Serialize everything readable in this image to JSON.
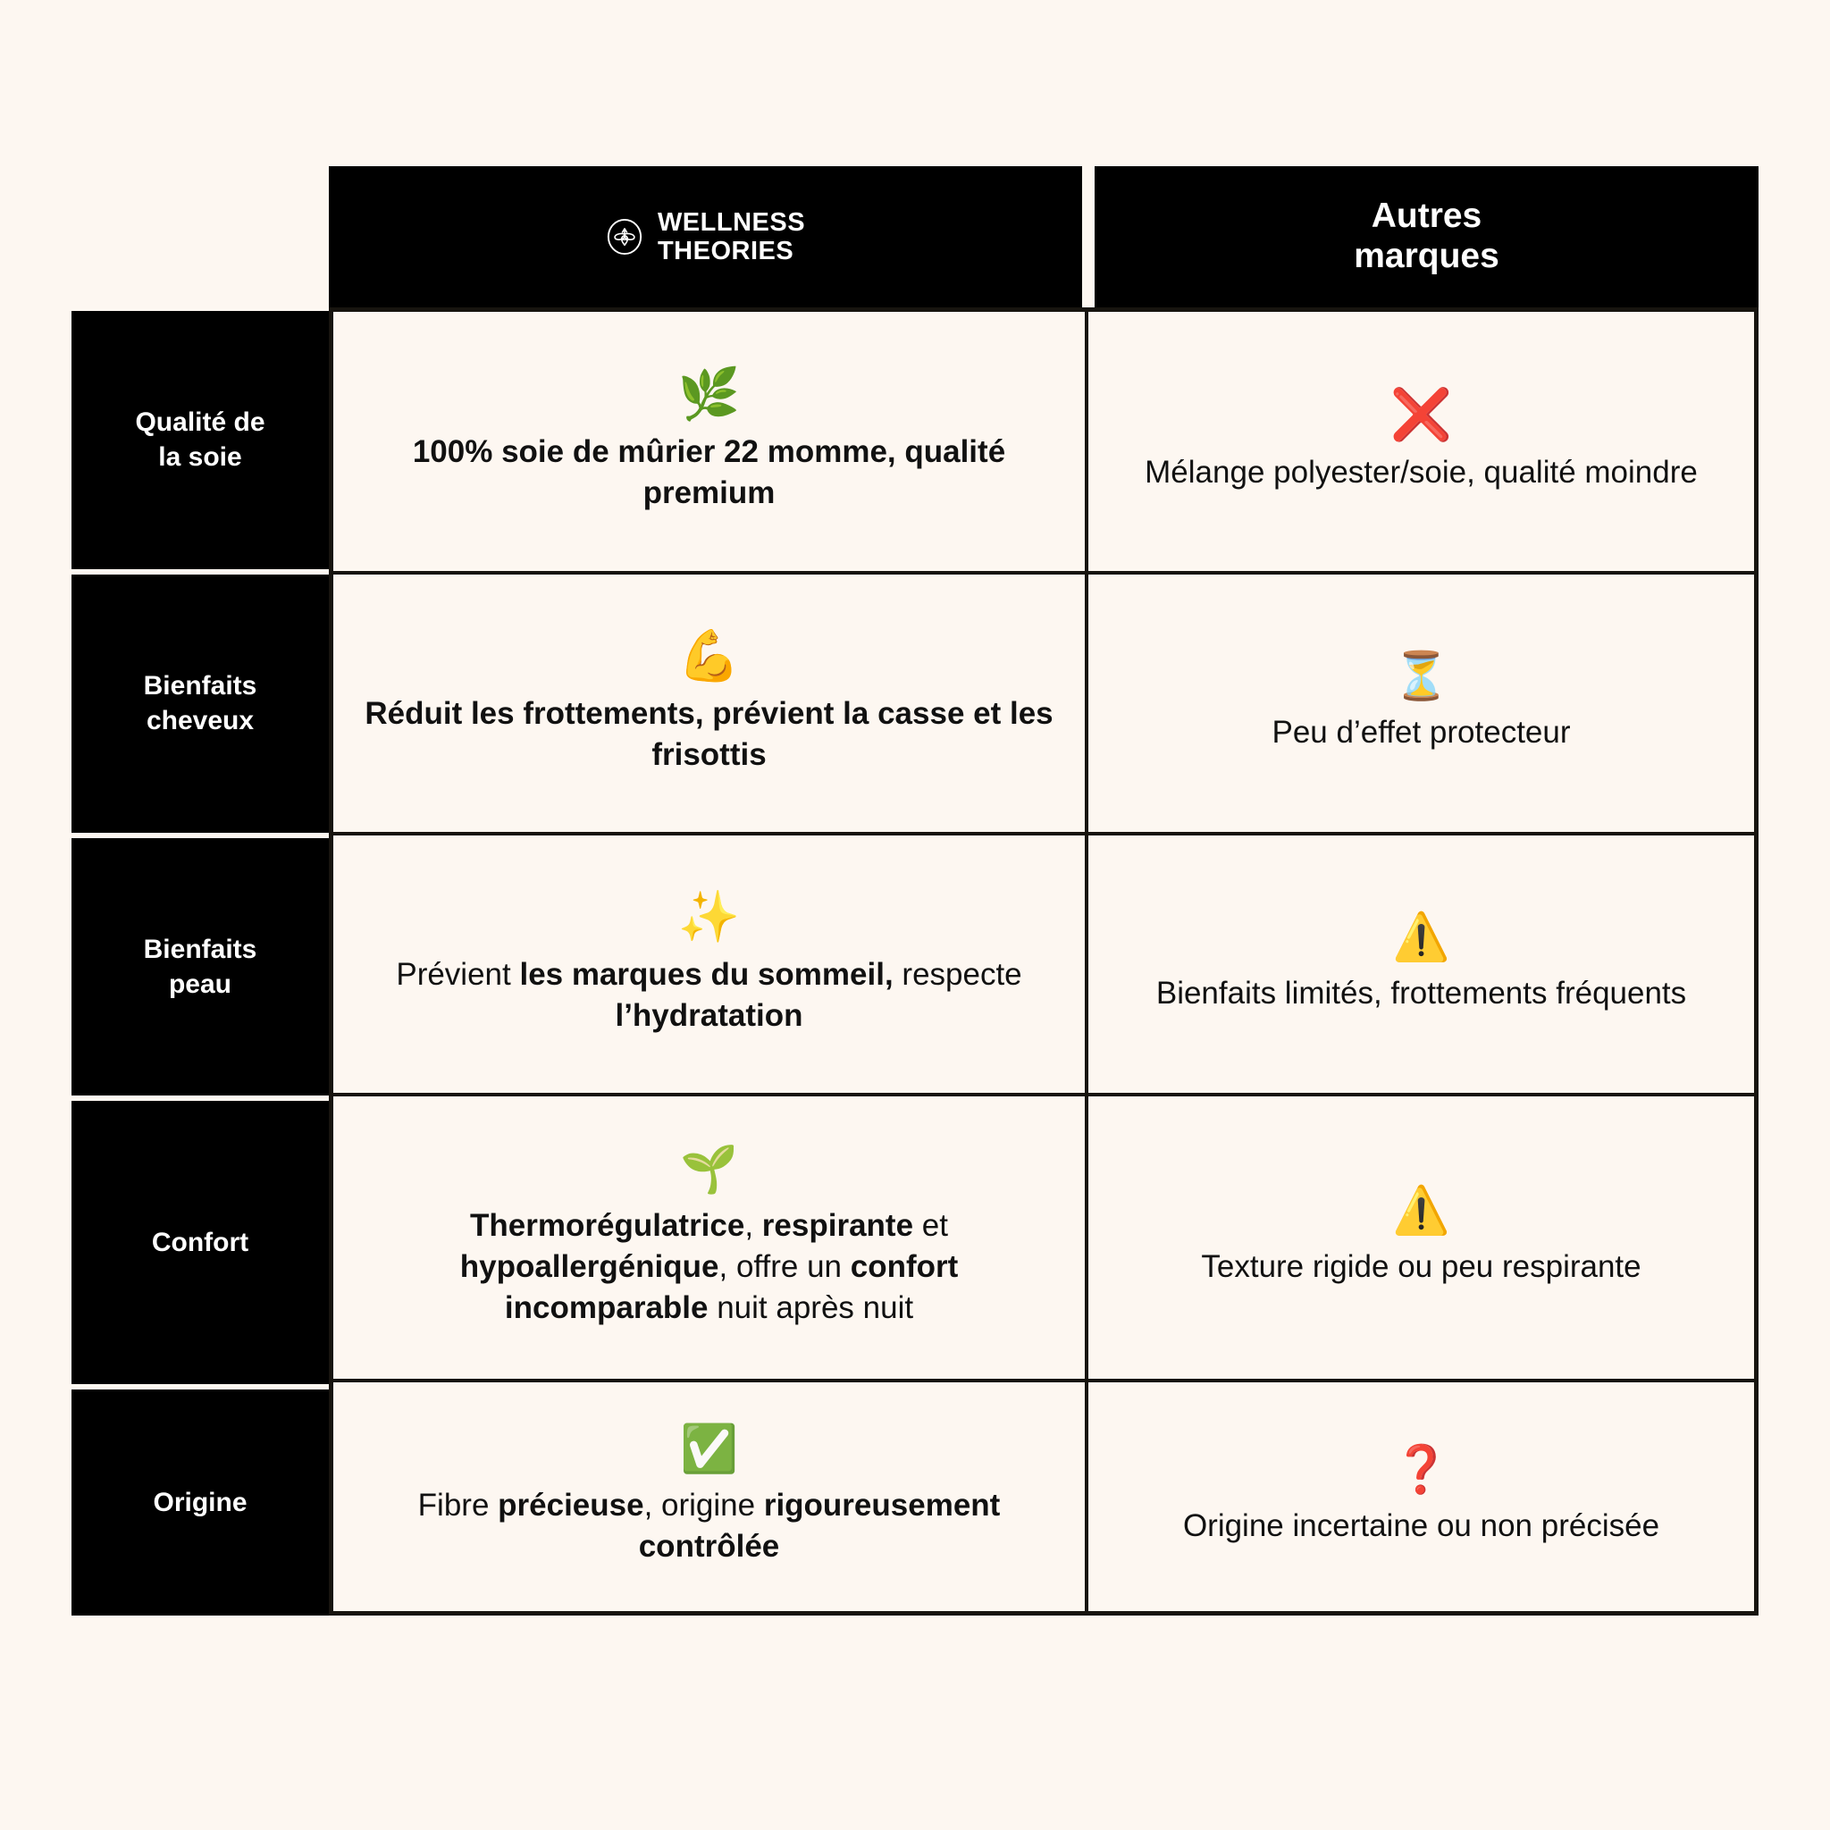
{
  "background_color": "#FDF7F1",
  "ink_color": "#17140F",
  "header": {
    "brand": {
      "logo_name": "bee-emblem-icon",
      "label": "WELLNESS\nTHEORIES"
    },
    "other": {
      "label": "Autres\nmarques"
    }
  },
  "rows": [
    {
      "label": "Qualité de\nla soie",
      "brand": {
        "emoji": "🌿",
        "emoji_name": "herb-icon",
        "segments": [
          {
            "text": "100% soie de mûrier 22 momme, qualité premium",
            "bold": true
          }
        ]
      },
      "other": {
        "emoji": "❌",
        "emoji_name": "cross-mark-icon",
        "segments": [
          {
            "text": "Mélange polyester/soie, qualité moindre",
            "bold": false
          }
        ]
      }
    },
    {
      "label": "Bienfaits\ncheveux",
      "brand": {
        "emoji": "💪",
        "emoji_name": "flexed-biceps-icon",
        "segments": [
          {
            "text": "Réduit les frottements, prévient la casse et les frisottis",
            "bold": true
          }
        ]
      },
      "other": {
        "emoji": "⏳",
        "emoji_name": "hourglass-icon",
        "segments": [
          {
            "text": "Peu d’effet protecteur",
            "bold": false
          }
        ]
      }
    },
    {
      "label": "Bienfaits\npeau",
      "brand": {
        "emoji": "✨",
        "emoji_name": "sparkles-icon",
        "segments": [
          {
            "text": "Prévient ",
            "bold": false
          },
          {
            "text": "les marques du sommeil,",
            "bold": true
          },
          {
            "text": " respecte ",
            "bold": false
          },
          {
            "text": "l’hydratation",
            "bold": true
          }
        ]
      },
      "other": {
        "emoji": "⚠️",
        "emoji_name": "warning-icon",
        "segments": [
          {
            "text": "Bienfaits limités, frottements fréquents",
            "bold": false
          }
        ]
      }
    },
    {
      "label": "Confort",
      "brand": {
        "emoji": "🌱",
        "emoji_name": "seedling-icon",
        "segments": [
          {
            "text": "Thermorégulatrice",
            "bold": true
          },
          {
            "text": ", ",
            "bold": false
          },
          {
            "text": "respirante",
            "bold": true
          },
          {
            "text": " et ",
            "bold": false
          },
          {
            "text": "hypoallergénique",
            "bold": true
          },
          {
            "text": ", offre un ",
            "bold": false
          },
          {
            "text": "confort incomparable",
            "bold": true
          },
          {
            "text": " nuit après nuit",
            "bold": false
          }
        ]
      },
      "other": {
        "emoji": "⚠️",
        "emoji_name": "warning-icon",
        "segments": [
          {
            "text": "Texture rigide ou peu respirante",
            "bold": false
          }
        ]
      }
    },
    {
      "label": "Origine",
      "brand": {
        "emoji": "✅",
        "emoji_name": "check-mark-button-icon",
        "segments": [
          {
            "text": "Fibre ",
            "bold": false
          },
          {
            "text": "précieuse",
            "bold": true
          },
          {
            "text": ", origine ",
            "bold": false
          },
          {
            "text": "rigoureusement contrôlée",
            "bold": true
          }
        ]
      },
      "other": {
        "emoji": "❓",
        "emoji_name": "question-mark-icon",
        "segments": [
          {
            "text": "Origine incertaine ou non précisée",
            "bold": false
          }
        ]
      }
    }
  ]
}
